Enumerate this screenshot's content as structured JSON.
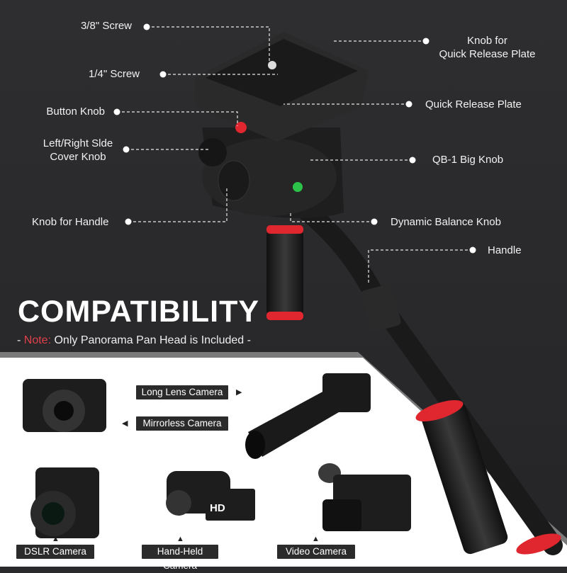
{
  "callouts": {
    "screw_38": "3/8\" Screw",
    "knob_qr_line1": "Knob for",
    "knob_qr_line2": "Quick Release Plate",
    "screw_14": "1/4\" Screw",
    "button_knob": "Button Knob",
    "qr_plate": "Quick Release Plate",
    "side_cover_line1": "Left/Right Slde",
    "side_cover_line2": "Cover Knob",
    "qb1_knob": "QB-1 Big Knob",
    "knob_handle": "Knob for Handle",
    "balance_knob": "Dynamic Balance Knob",
    "handle": "Handle"
  },
  "compat": {
    "title": "COMPATIBILITY",
    "note_prefix": "- ",
    "note_label": "Note:",
    "note_text": " Only Panorama Pan Head is Included -",
    "cameras": {
      "long_lens": "Long Lens Camera",
      "mirrorless": "Mirrorless Camera",
      "dslr": "DSLR Camera",
      "handheld": "Hand-Held Camera",
      "video": "Video Camera"
    }
  },
  "colors": {
    "accent": "#e0262e",
    "background": "#2a2a2c",
    "panel": "#ffffff"
  }
}
